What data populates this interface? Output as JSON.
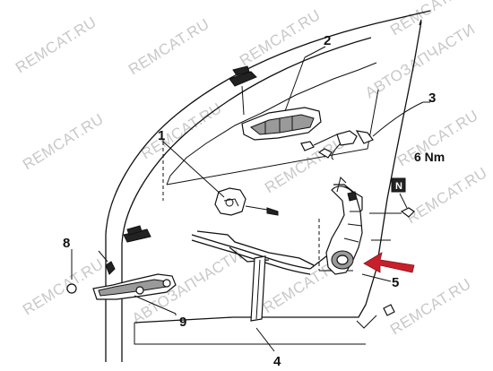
{
  "watermark": "REMCAT.RU",
  "watermark_ru": "АВТОЗАПЧАСТИ",
  "callouts": {
    "c1": "1",
    "c2": "2",
    "c3": "3",
    "c4": "4",
    "c5": "5",
    "c8": "8",
    "c9": "9"
  },
  "torque_label": "6 Nm",
  "n_symbol": "N",
  "arrow_color": "#c8202a"
}
